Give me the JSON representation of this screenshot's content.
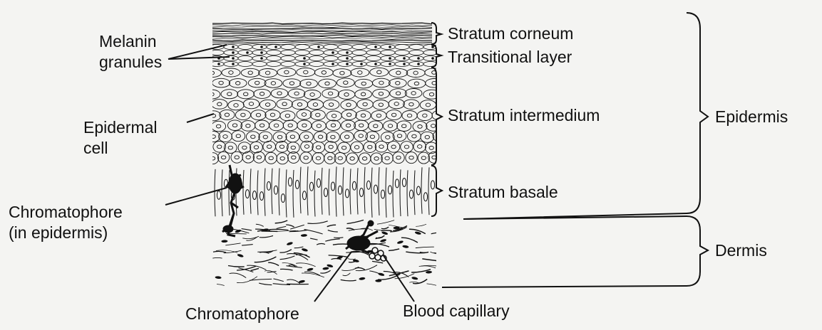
{
  "diagram": {
    "left_labels": {
      "melanin": [
        "Melanin",
        "granules"
      ],
      "epidermal_cell": [
        "Epidermal",
        "cell"
      ],
      "chromatophore_epidermis": [
        "Chromatophore",
        "(in epidermis)"
      ]
    },
    "bottom_labels": {
      "chromatophore": "Chromatophore",
      "blood_capillary": "Blood capillary"
    },
    "layer_labels": {
      "corneum": "Stratum corneum",
      "transitional": "Transitional layer",
      "intermedium": "Stratum intermedium",
      "basale": "Stratum basale"
    },
    "region_labels": {
      "epidermis": "Epidermis",
      "dermis": "Dermis"
    },
    "colors": {
      "ink": "#111111",
      "paper": "#f4f4f2"
    }
  }
}
